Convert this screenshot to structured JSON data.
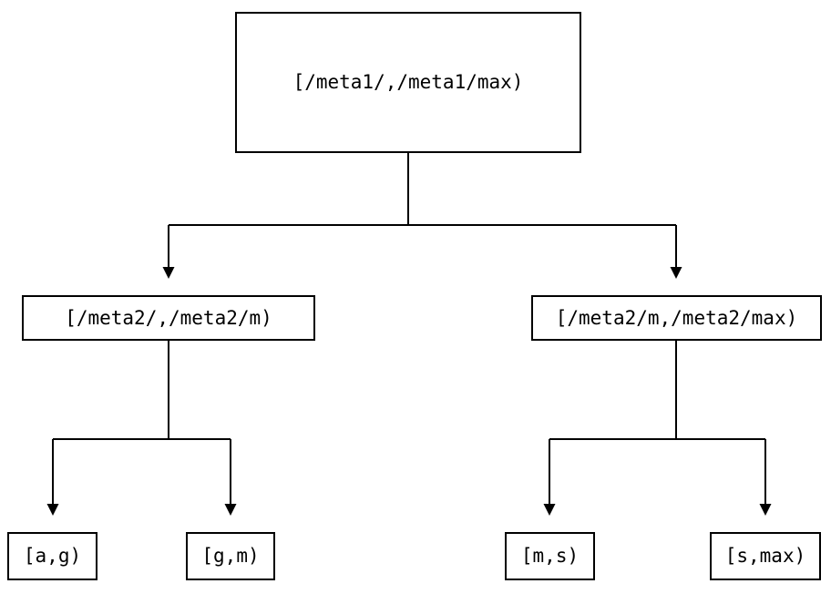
{
  "diagram": {
    "background": "#ffffff",
    "ink": "#000000",
    "nodes": {
      "root": {
        "label": "[/meta1/,/meta1/max)"
      },
      "left": {
        "label": "[/meta2/,/meta2/m)"
      },
      "right": {
        "label": "[/meta2/m,/meta2/max)"
      },
      "left_left": {
        "label": "[a,g)"
      },
      "left_right": {
        "label": "[g,m)"
      },
      "right_left": {
        "label": "[m,s)"
      },
      "right_right": {
        "label": "[s,max)"
      }
    },
    "edges": [
      {
        "from": "[/meta1/,/meta1/max)",
        "to": "[/meta2/,/meta2/m)"
      },
      {
        "from": "[/meta1/,/meta1/max)",
        "to": "[/meta2/m,/meta2/max)"
      },
      {
        "from": "[/meta2/,/meta2/m)",
        "to": "[a,g)"
      },
      {
        "from": "[/meta2/,/meta2/m)",
        "to": "[g,m)"
      },
      {
        "from": "[/meta2/m,/meta2/max)",
        "to": "[m,s)"
      },
      {
        "from": "[/meta2/m,/meta2/max)",
        "to": "[s,max)"
      }
    ]
  }
}
